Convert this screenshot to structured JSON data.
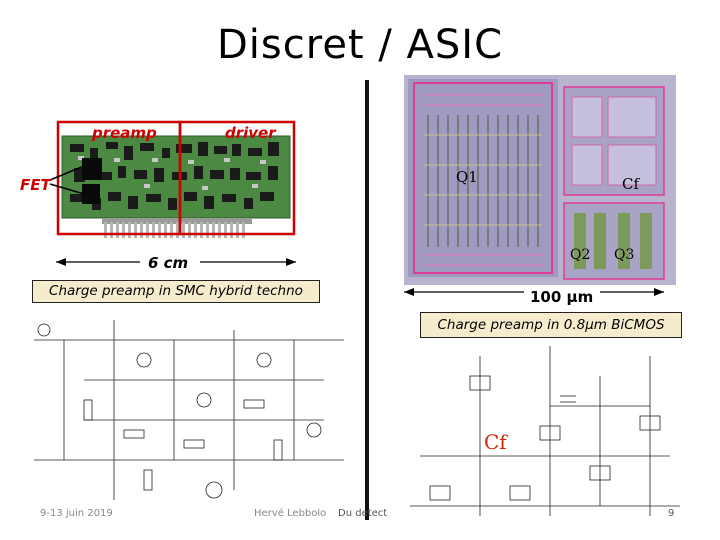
{
  "title": "Discret / ASIC",
  "left": {
    "labels": {
      "preamp": "preamp",
      "driver": "driver",
      "fet": "FET",
      "size": "6 cm"
    },
    "caption": "Charge preamp in SMC hybrid techno"
  },
  "right": {
    "labels": {
      "q1": "Q1",
      "cf": "Cf",
      "q2": "Q2",
      "q3": "Q3",
      "size": "100 µm"
    },
    "caption": "Charge preamp in 0.8µm BiCMOS",
    "schematic_label": "Cf"
  },
  "footer": {
    "date": "9-13 juin 2019",
    "author": "Hervé Lebbolo",
    "conference": "Du detect",
    "page": "9"
  },
  "colors": {
    "annotation": "#d00000",
    "caption_bg": "#f4eccd",
    "pcb_green": "#3f7a3a"
  }
}
